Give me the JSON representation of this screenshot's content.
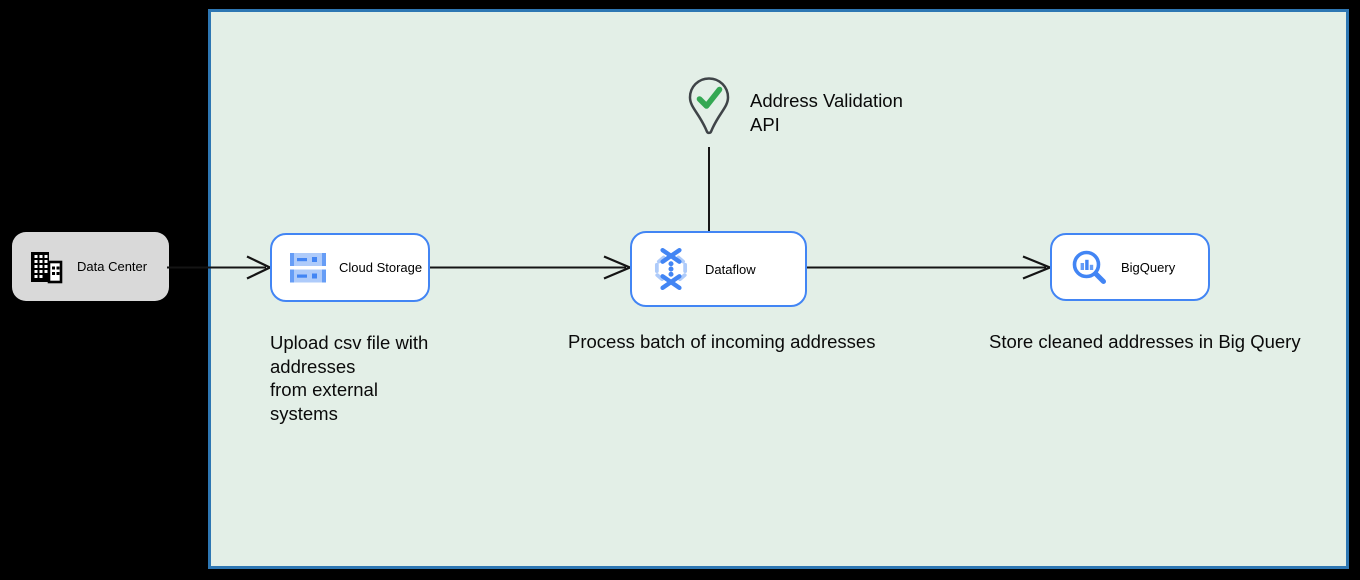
{
  "diagram": {
    "bg": "#e3efe7",
    "border": "#2e77b3"
  },
  "colors": {
    "node_border": "#4285f4",
    "node_bg": "#ffffff",
    "gray_node_bg": "#d9d9d9",
    "connector": "#161616",
    "check_green": "#34a853",
    "pin_outline": "#3f4448",
    "icon_blue": "#4285f4",
    "icon_blue_mid": "#669df6",
    "icon_blue_light": "#aecbfa"
  },
  "nodes": {
    "data_center": {
      "label": "Data Center",
      "icon": "building-icon"
    },
    "cloud_storage": {
      "label": "Cloud Storage",
      "icon": "cloud-storage-icon"
    },
    "dataflow": {
      "label": "Dataflow",
      "icon": "dataflow-icon"
    },
    "bigquery": {
      "label": "BigQuery",
      "icon": "bigquery-icon"
    },
    "address_validation": {
      "label": "Address Validation\nAPI",
      "icon": "location-pin-check-icon"
    }
  },
  "captions": {
    "cloud_storage": "Upload csv file with\naddresses\nfrom external\nsystems",
    "dataflow": "Process batch of incoming addresses",
    "bigquery": "Store cleaned addresses in Big Query"
  },
  "connectors": [
    {
      "from": "data-center",
      "to": "cloud-storage"
    },
    {
      "from": "cloud-storage",
      "to": "dataflow"
    },
    {
      "from": "dataflow",
      "to": "bigquery"
    },
    {
      "from": "address-validation-api",
      "to": "dataflow"
    }
  ]
}
